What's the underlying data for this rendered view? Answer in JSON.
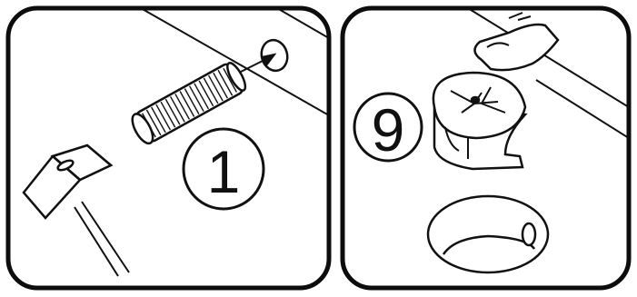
{
  "colors": {
    "ink": "#111111",
    "paper": "#ffffff",
    "panel_border": "#0d0d0d"
  },
  "panels": [
    {
      "id": "panel-1",
      "step_number": "1",
      "depicts": [
        "hammer-icon",
        "wooden-dowel-icon",
        "insert-arrow-icon",
        "drill-hole-icon"
      ]
    },
    {
      "id": "panel-2",
      "step_number": "9",
      "depicts": [
        "finger-press-icon",
        "cam-lock-fitting-icon",
        "mounting-hole-icon"
      ]
    }
  ]
}
